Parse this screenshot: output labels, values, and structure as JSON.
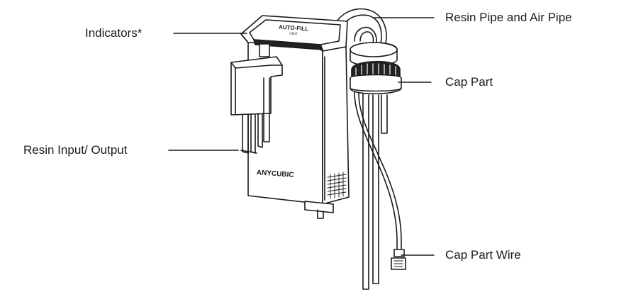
{
  "labels": {
    "indicators": "Indicators*",
    "resin_io": "Resin Input/ Output",
    "resin_air_pipe": "Resin Pipe and Air Pipe",
    "cap_part": "Cap Part",
    "cap_part_wire": "Cap Part Wire"
  },
  "device": {
    "top_brand": "AUTO-FILL",
    "top_sub": "UNIT",
    "body_brand": "ANYCUBIC"
  }
}
